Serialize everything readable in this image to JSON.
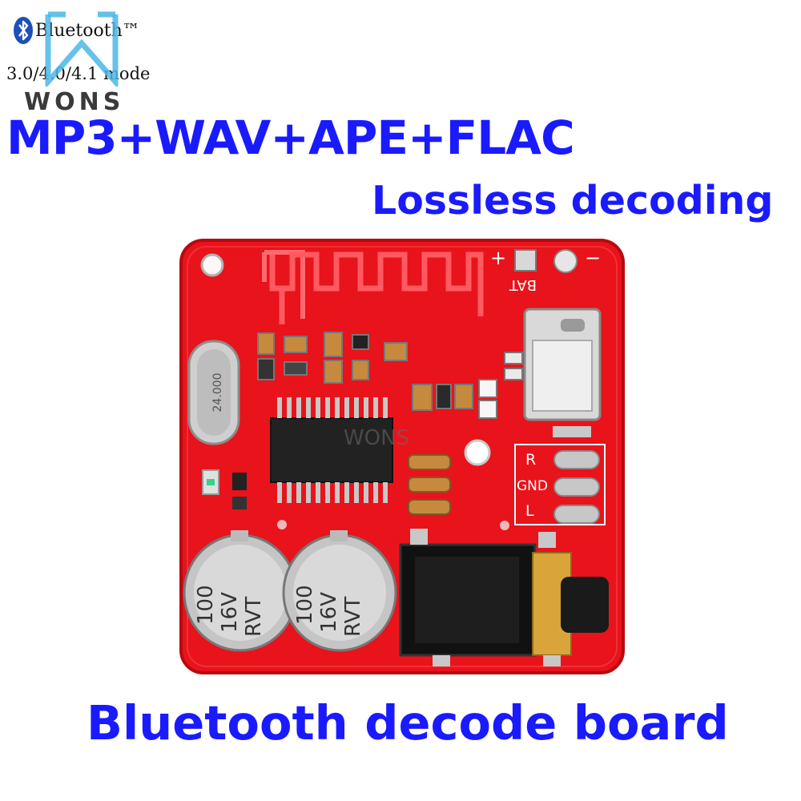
{
  "header": {
    "bluetooth_logo_icon": "bluetooth-icon",
    "bluetooth_text": "Bluetooth™",
    "bluetooth_mode": "3.0/4.0/4.1 mode",
    "brand": "WONS"
  },
  "headline": {
    "formats": "MP3+WAV+APE+FLAC",
    "subtitle": "Lossless decoding"
  },
  "board": {
    "crystal_label": "24.000",
    "cap_left_label": [
      "100",
      "16V",
      "RVT"
    ],
    "cap_right_label": [
      "100",
      "16V",
      "RVT"
    ],
    "bat_label": "BAT",
    "plus_label": "+",
    "minus_label": "−",
    "pin_r": "R",
    "pin_gnd": "GND",
    "pin_l": "L",
    "chip_watermark": "WONS",
    "pcb_color": "#e8131b",
    "pcb_edge_color": "#c20a12"
  },
  "footer": {
    "title": "Bluetooth decode board"
  }
}
